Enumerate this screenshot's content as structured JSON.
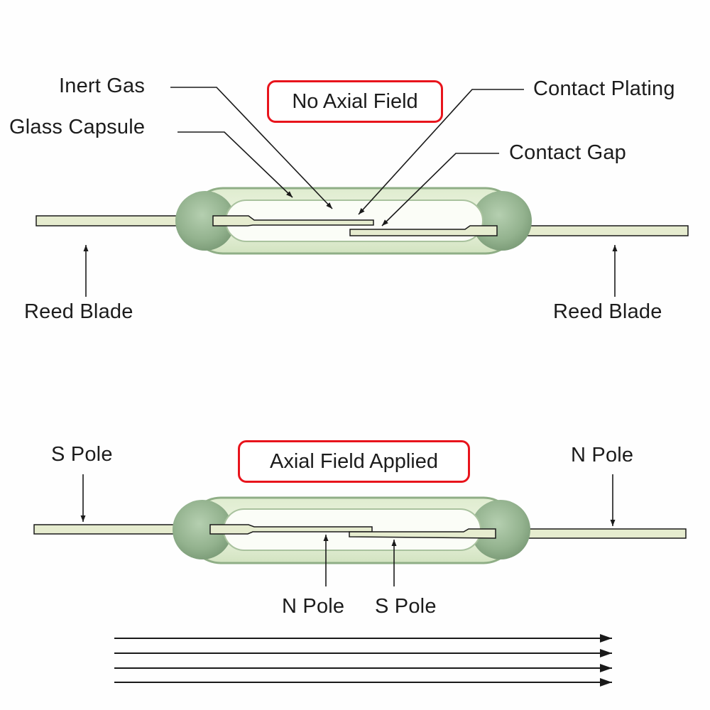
{
  "top_diagram": {
    "title": "No Axial Field",
    "labels": {
      "inert_gas": "Inert Gas",
      "glass_capsule": "Glass Capsule",
      "contact_plating": "Contact Plating",
      "contact_gap": "Contact Gap",
      "reed_blade_left": "Reed Blade",
      "reed_blade_right": "Reed Blade"
    }
  },
  "bottom_diagram": {
    "title": "Axial Field Applied",
    "labels": {
      "s_pole_left": "S Pole",
      "n_pole_right": "N Pole",
      "n_pole_contact": "N Pole",
      "s_pole_contact": "S Pole"
    }
  },
  "colors": {
    "title_box_border": "#e8141c",
    "capsule_fill": "#e9f2dc",
    "capsule_bulb": "#98b894",
    "reed_fill": "#e6eccf",
    "line": "#1a1a1a"
  }
}
